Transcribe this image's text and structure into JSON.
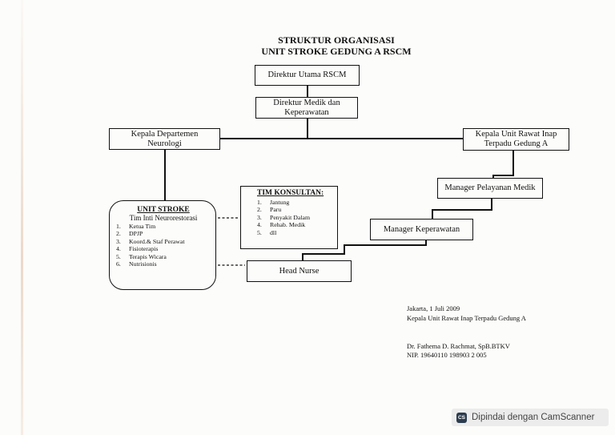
{
  "title": {
    "line1": "STRUKTUR ORGANISASI",
    "line2": "UNIT STROKE GEDUNG A RSCM"
  },
  "nodes": {
    "direktur_utama": {
      "lines": [
        "Direktur Utama RSCM"
      ]
    },
    "direktur_medik": {
      "lines": [
        "Direktur Medik dan",
        "Keperawatan"
      ]
    },
    "kepala_departemen": {
      "lines": [
        "Kepala Departemen",
        "Neurologi"
      ]
    },
    "kepala_unit": {
      "lines": [
        "Kepala Unit Rawat Inap",
        "Terpadu Gedung A"
      ]
    },
    "manager_pelayanan": {
      "lines": [
        "Manager Pelayanan Medik"
      ]
    },
    "manager_keperawatan": {
      "lines": [
        "Manager Keperawatan"
      ]
    },
    "head_nurse": {
      "lines": [
        "Head Nurse"
      ]
    }
  },
  "unit_stroke": {
    "title": "UNIT STROKE",
    "subtitle": "Tim Inti Neurorestorasi",
    "items": [
      {
        "num": "1.",
        "label": "Ketua Tim"
      },
      {
        "num": "2.",
        "label": "DPJP"
      },
      {
        "num": "3.",
        "label": "Koord.& Staf  Perawat"
      },
      {
        "num": "4.",
        "label": "Fisioterapis"
      },
      {
        "num": "5.",
        "label": "Terapis Wicara"
      },
      {
        "num": "6.",
        "label": "Nutrisionis"
      }
    ]
  },
  "tim_konsultan": {
    "title": "TIM KONSULTAN:",
    "items": [
      {
        "num": "1.",
        "label": "Jantung"
      },
      {
        "num": "2.",
        "label": "Paru"
      },
      {
        "num": "3.",
        "label": "Penyakit Dalam"
      },
      {
        "num": "4.",
        "label": "Rehab. Medik"
      },
      {
        "num": "5.",
        "label": "dll"
      }
    ]
  },
  "signature": {
    "place_date": "Jakarta, 1 Juli 2009",
    "position": "Kepala Unit Rawat Inap Terpadu Gedung A",
    "name": "Dr. Fathema D. Rachmat, SpB.BTKV",
    "nip": "NIP. 19640110 198903 2 005"
  },
  "watermark": {
    "logo_text": "CS",
    "text": "Dipindai dengan CamScanner"
  }
}
